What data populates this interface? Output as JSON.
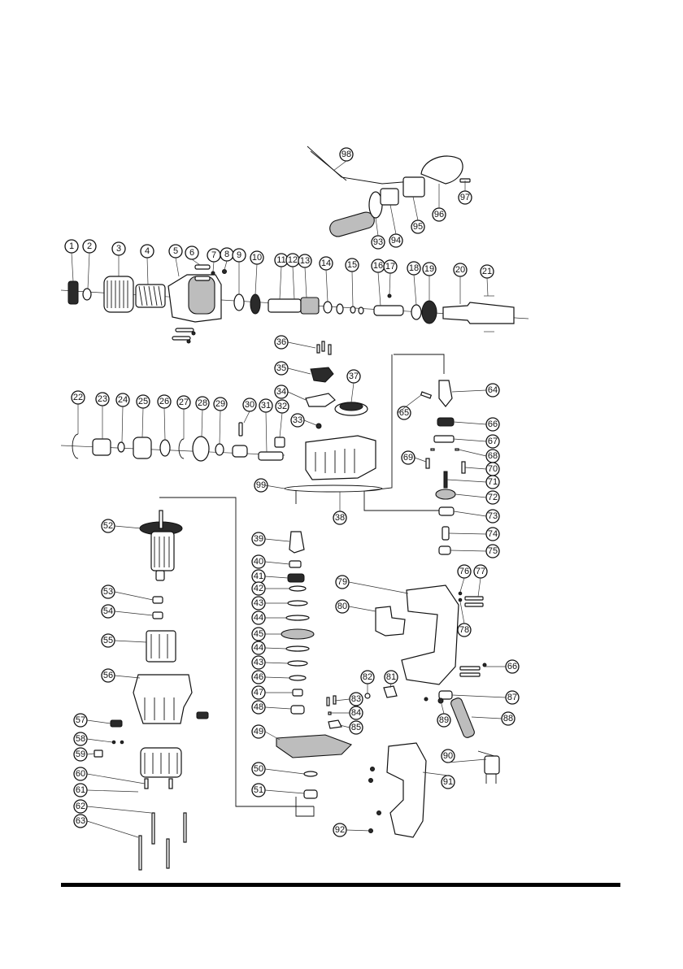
{
  "diagram": {
    "callouts": [
      {
        "label": "1"
      },
      {
        "label": "2"
      },
      {
        "label": "3"
      },
      {
        "label": "4"
      },
      {
        "label": "5"
      },
      {
        "label": "6"
      },
      {
        "label": "7"
      },
      {
        "label": "8"
      },
      {
        "label": "9"
      },
      {
        "label": "10"
      },
      {
        "label": "11"
      },
      {
        "label": "12"
      },
      {
        "label": "13"
      },
      {
        "label": "14"
      },
      {
        "label": "15"
      },
      {
        "label": "16"
      },
      {
        "label": "17"
      },
      {
        "label": "18"
      },
      {
        "label": "19"
      },
      {
        "label": "20"
      },
      {
        "label": "21"
      },
      {
        "label": "22"
      },
      {
        "label": "23"
      },
      {
        "label": "24"
      },
      {
        "label": "25"
      },
      {
        "label": "26"
      },
      {
        "label": "27"
      },
      {
        "label": "28"
      },
      {
        "label": "29"
      },
      {
        "label": "30"
      },
      {
        "label": "31"
      },
      {
        "label": "32"
      },
      {
        "label": "33"
      },
      {
        "label": "34"
      },
      {
        "label": "35"
      },
      {
        "label": "36"
      },
      {
        "label": "37"
      },
      {
        "label": "38"
      },
      {
        "label": "39"
      },
      {
        "label": "40"
      },
      {
        "label": "41"
      },
      {
        "label": "42"
      },
      {
        "label": "43"
      },
      {
        "label": "44"
      },
      {
        "label": "45"
      },
      {
        "label": "44"
      },
      {
        "label": "43"
      },
      {
        "label": "46"
      },
      {
        "label": "47"
      },
      {
        "label": "48"
      },
      {
        "label": "49"
      },
      {
        "label": "50"
      },
      {
        "label": "51"
      },
      {
        "label": "52"
      },
      {
        "label": "53"
      },
      {
        "label": "54"
      },
      {
        "label": "55"
      },
      {
        "label": "56"
      },
      {
        "label": "57"
      },
      {
        "label": "58"
      },
      {
        "label": "59"
      },
      {
        "label": "60"
      },
      {
        "label": "61"
      },
      {
        "label": "62"
      },
      {
        "label": "63"
      },
      {
        "label": "64"
      },
      {
        "label": "65"
      },
      {
        "label": "66"
      },
      {
        "label": "67"
      },
      {
        "label": "68"
      },
      {
        "label": "69"
      },
      {
        "label": "70"
      },
      {
        "label": "71"
      },
      {
        "label": "72"
      },
      {
        "label": "73"
      },
      {
        "label": "74"
      },
      {
        "label": "75"
      },
      {
        "label": "76"
      },
      {
        "label": "77"
      },
      {
        "label": "78"
      },
      {
        "label": "79"
      },
      {
        "label": "80"
      },
      {
        "label": "66"
      },
      {
        "label": "81"
      },
      {
        "label": "82"
      },
      {
        "label": "83"
      },
      {
        "label": "84"
      },
      {
        "label": "85"
      },
      {
        "label": "87"
      },
      {
        "label": "88"
      },
      {
        "label": "89"
      },
      {
        "label": "90"
      },
      {
        "label": "91"
      },
      {
        "label": "92"
      },
      {
        "label": "93"
      },
      {
        "label": "94"
      },
      {
        "label": "95"
      },
      {
        "label": "96"
      },
      {
        "label": "97"
      },
      {
        "label": "98"
      },
      {
        "label": "99"
      }
    ]
  },
  "colors": {
    "ink": "#111111",
    "paper": "#ffffff",
    "shade": "#2a2a2a",
    "mid": "#bdbdbd"
  }
}
